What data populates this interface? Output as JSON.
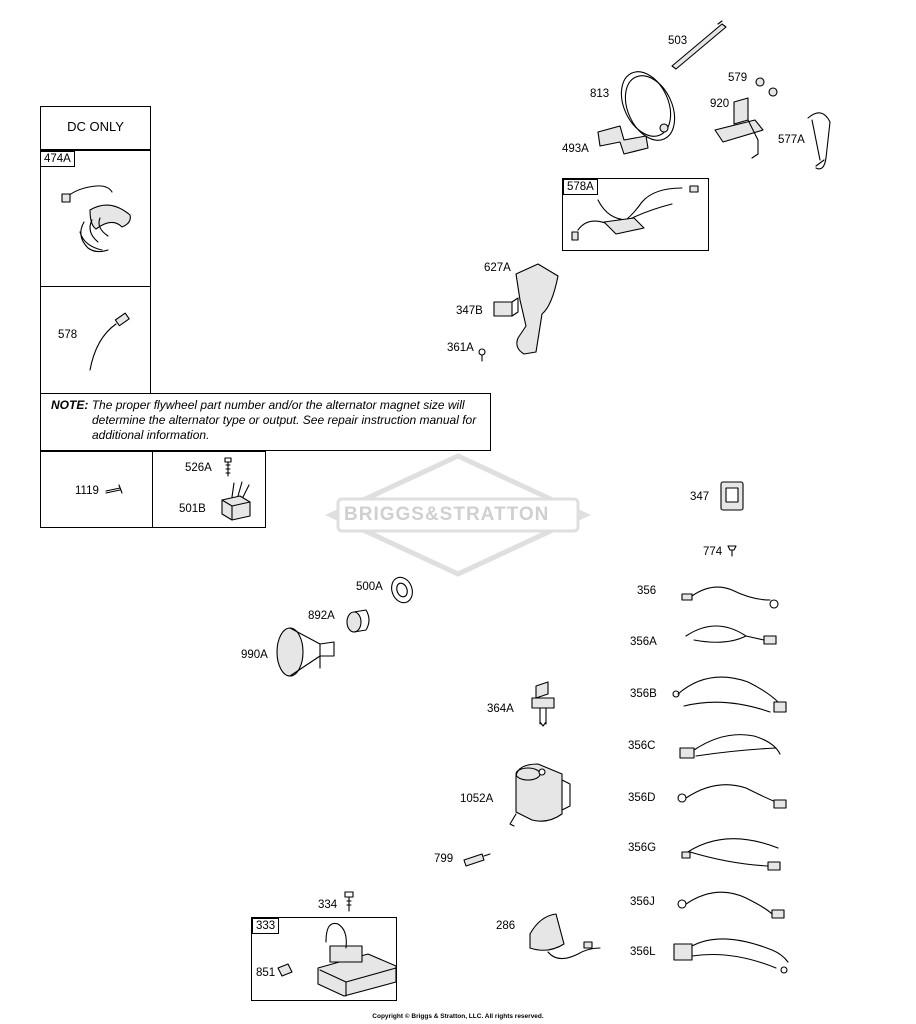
{
  "watermark": "BRIGGS&STRATTON",
  "header_box": "DC ONLY",
  "note": {
    "label": "NOTE:",
    "text": "The proper flywheel part number and/or the alternator magnet size will determine the alternator type or output. See repair instruction manual for additional information."
  },
  "part_labels": {
    "p474A": "474A",
    "p578": "578",
    "p1119": "1119",
    "p526A": "526A",
    "p501B": "501B",
    "p503": "503",
    "p579": "579",
    "p813": "813",
    "p920": "920",
    "p493A": "493A",
    "p577A": "577A",
    "p578A": "578A",
    "p627A": "627A",
    "p347B": "347B",
    "p361A": "361A",
    "p347": "347",
    "p774": "774",
    "p500A": "500A",
    "p892A": "892A",
    "p990A": "990A",
    "p356": "356",
    "p356A": "356A",
    "p356B": "356B",
    "p364A": "364A",
    "p356C": "356C",
    "p1052A": "1052A",
    "p356D": "356D",
    "p799": "799",
    "p356G": "356G",
    "p334": "334",
    "p356J": "356J",
    "p333": "333",
    "p286": "286",
    "p851": "851",
    "p356L": "356L"
  },
  "copyright": "Copyright © Briggs & Stratton, LLC. All rights reserved.",
  "colors": {
    "line": "#000000",
    "watermark": "#d9d9d9",
    "part_fill": "#e6e6e6"
  }
}
